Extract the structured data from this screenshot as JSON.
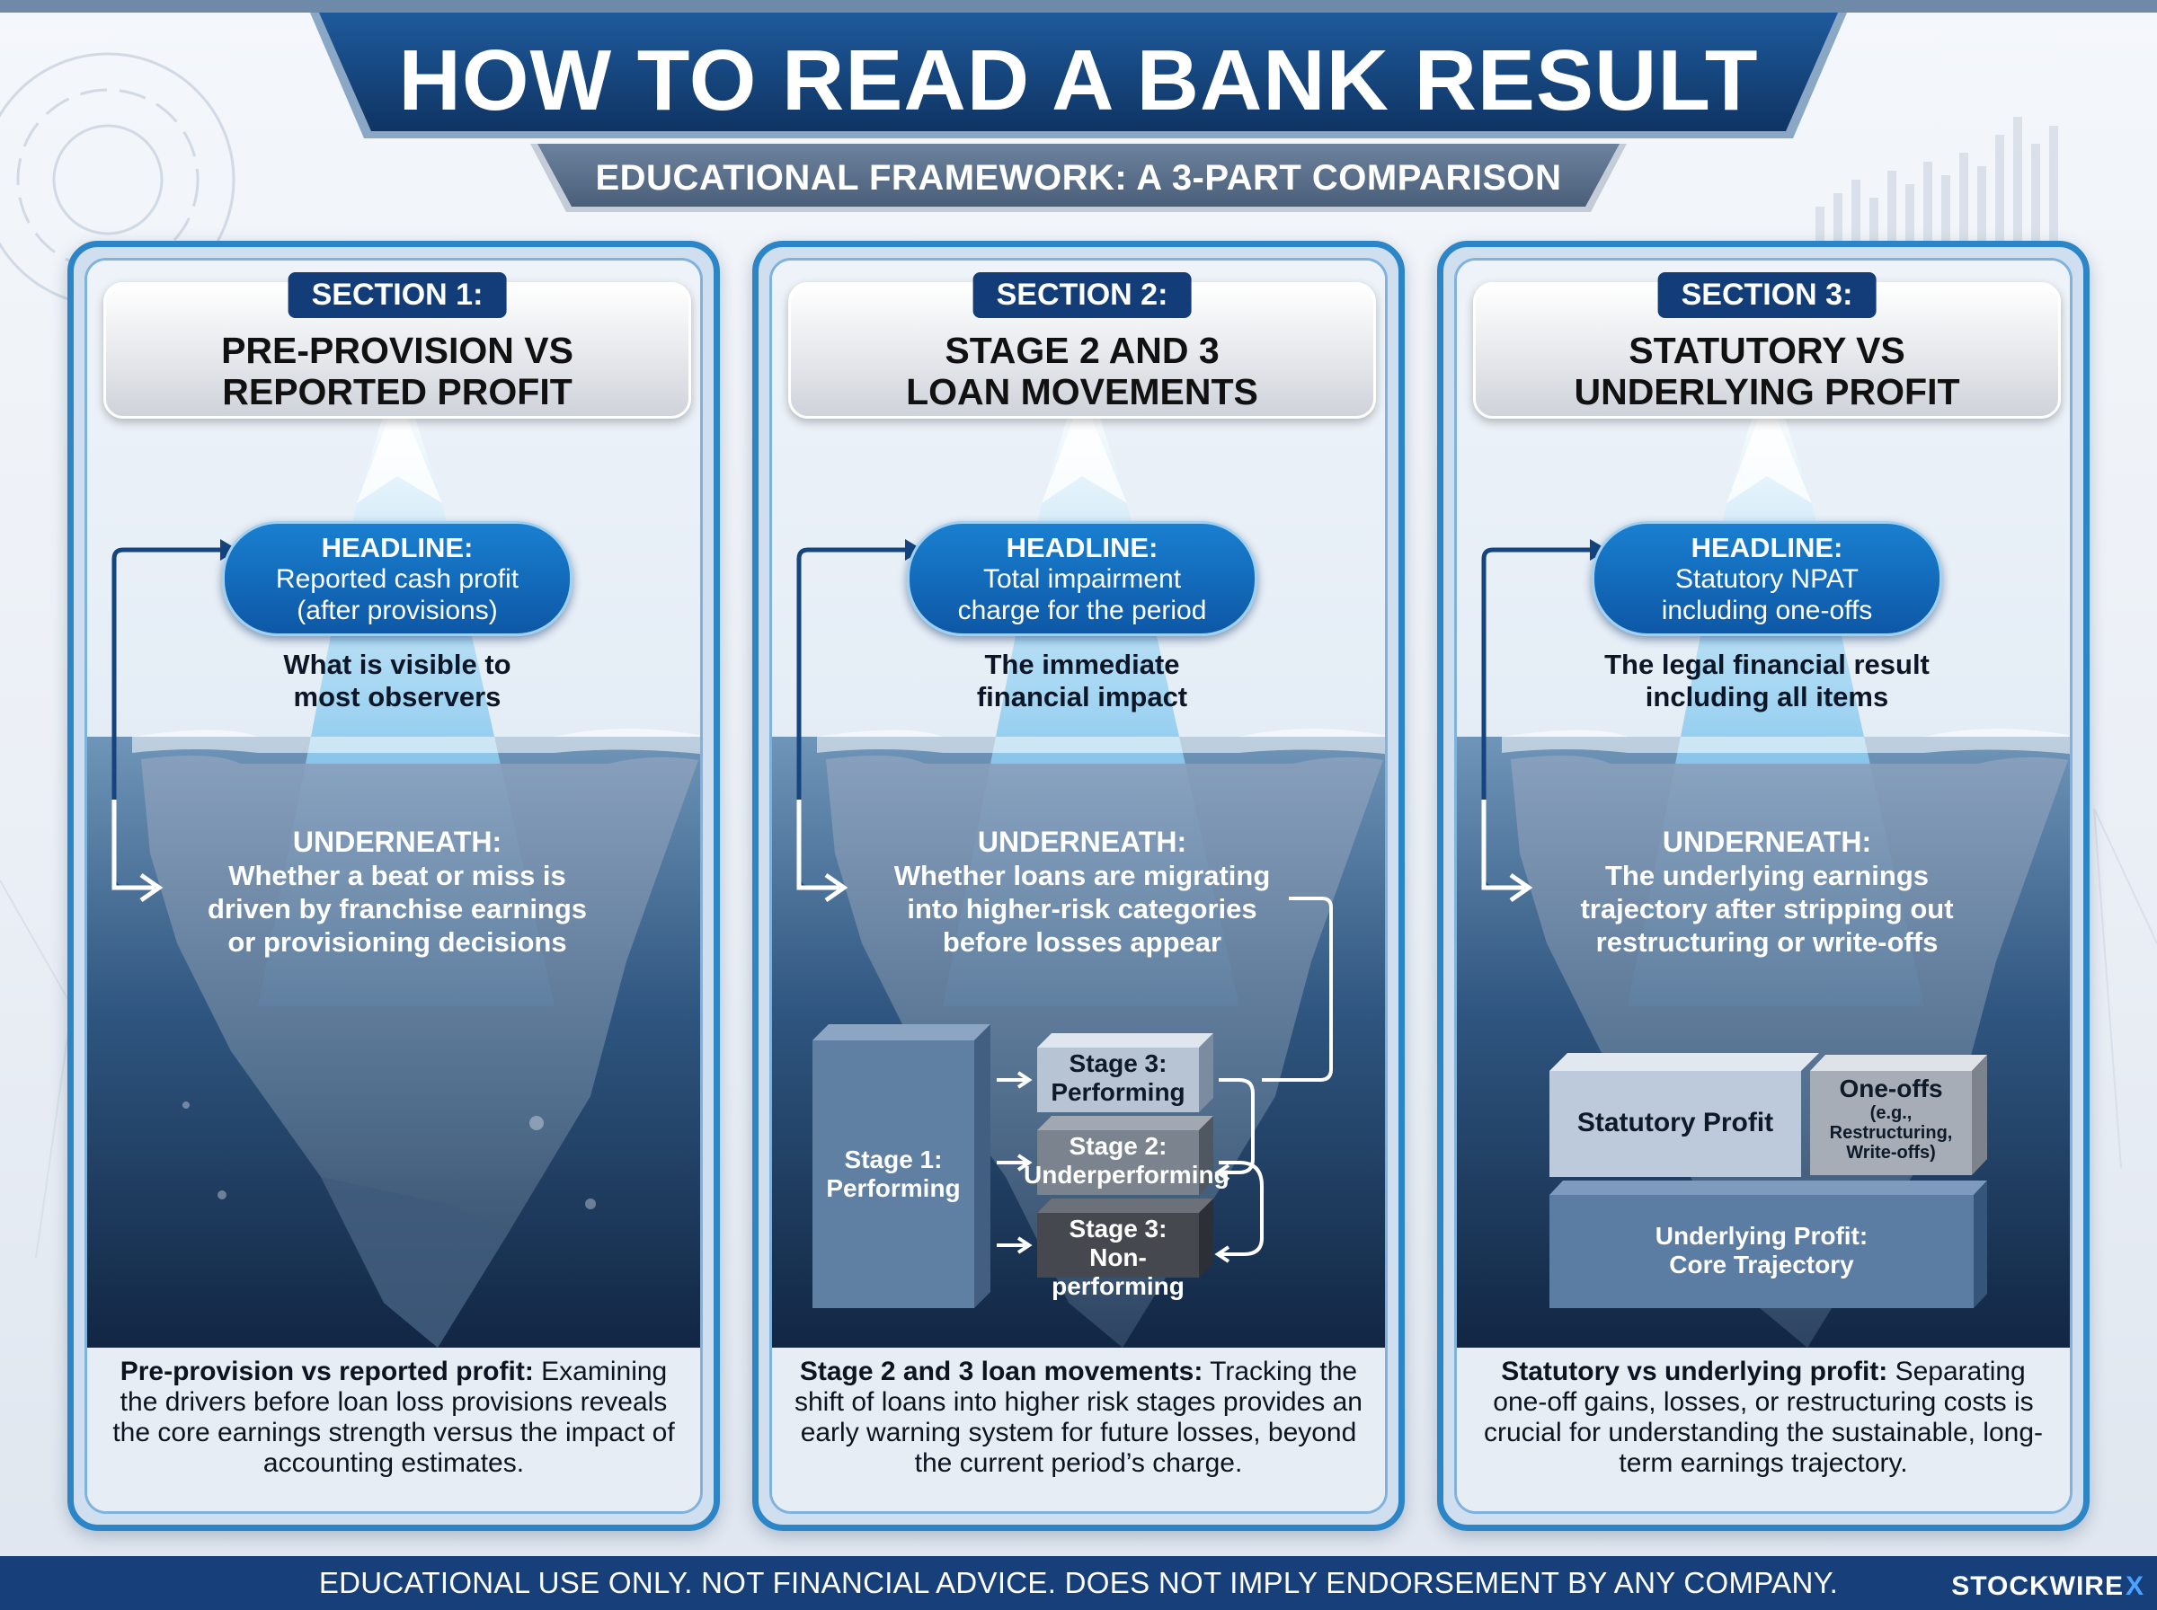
{
  "header": {
    "title": "HOW TO READ A BANK RESULT",
    "subtitle": "EDUCATIONAL FRAMEWORK: A 3-PART COMPARISON"
  },
  "sections": [
    {
      "tab": "SECTION 1:",
      "title_line1": "PRE-PROVISION VS",
      "title_line2": "REPORTED PROFIT",
      "headline_label": "HEADLINE:",
      "headline_line1": "Reported cash profit",
      "headline_line2": "(after provisions)",
      "visible_line1": "What is visible to",
      "visible_line2": "most observers",
      "underneath_label": "UNDERNEATH:",
      "underneath_line1": "Whether a beat or miss is",
      "underneath_line2": "driven by franchise earnings",
      "underneath_line3": "or provisioning decisions",
      "caption_bold": "Pre-provision vs reported profit:",
      "caption_text": " Examining the drivers before loan loss provisions reveals the core earnings strength versus the impact of accounting estimates."
    },
    {
      "tab": "SECTION 2:",
      "title_line1": "STAGE 2 AND 3",
      "title_line2": "LOAN MOVEMENTS",
      "headline_label": "HEADLINE:",
      "headline_line1": "Total impairment",
      "headline_line2": "charge for the period",
      "visible_line1": "The immediate",
      "visible_line2": "financial impact",
      "underneath_label": "UNDERNEATH:",
      "underneath_line1": "Whether loans are migrating",
      "underneath_line2": "into higher-risk categories",
      "underneath_line3": "before losses appear",
      "stages": {
        "stage1_line1": "Stage 1:",
        "stage1_line2": "Performing",
        "a_line1": "Stage 3:",
        "a_line2": "Performing",
        "b_line1": "Stage 2:",
        "b_line2": "Underperforming",
        "c_line1": "Stage 3:",
        "c_line2": "Non-performing"
      },
      "caption_bold": "Stage 2 and 3 loan movements:",
      "caption_text": " Tracking the shift of loans into higher risk stages provides an early warning system for future losses, beyond the current period’s charge."
    },
    {
      "tab": "SECTION 3:",
      "title_line1": "STATUTORY VS",
      "title_line2": "UNDERLYING PROFIT",
      "headline_label": "HEADLINE:",
      "headline_line1": "Statutory NPAT",
      "headline_line2": "including one-offs",
      "visible_line1": "The legal financial result",
      "visible_line2": "including all items",
      "underneath_label": "UNDERNEATH:",
      "underneath_line1": "The underlying earnings",
      "underneath_line2": "trajectory after stripping out",
      "underneath_line3": "restructuring or write-offs",
      "blocks": {
        "statutory": "Statutory Profit",
        "oneoffs": "One-offs",
        "oneoffs_detail1": "(e.g.,",
        "oneoffs_detail2": "Restructuring,",
        "oneoffs_detail3": "Write-offs)",
        "underlying_line1": "Underlying Profit:",
        "underlying_line2": "Core Trajectory"
      },
      "caption_bold": "Statutory vs underlying profit:",
      "caption_text": " Separating one-off gains, losses, or restructuring costs is crucial for understanding the sustainable, long-term earnings trajectory."
    }
  ],
  "footer": {
    "disclaimer": "EDUCATIONAL USE ONLY. NOT FINANCIAL ADVICE. DOES NOT IMPLY ENDORSEMENT BY ANY COMPANY.",
    "brand": "STOCKWIRE",
    "brand_mark": "X"
  },
  "colors": {
    "navy": "#133d78",
    "accent_blue": "#2b85c6",
    "headline_blue": "#0d58a6",
    "ice_light": "#bfe3f7",
    "deep_water": "#163152"
  }
}
